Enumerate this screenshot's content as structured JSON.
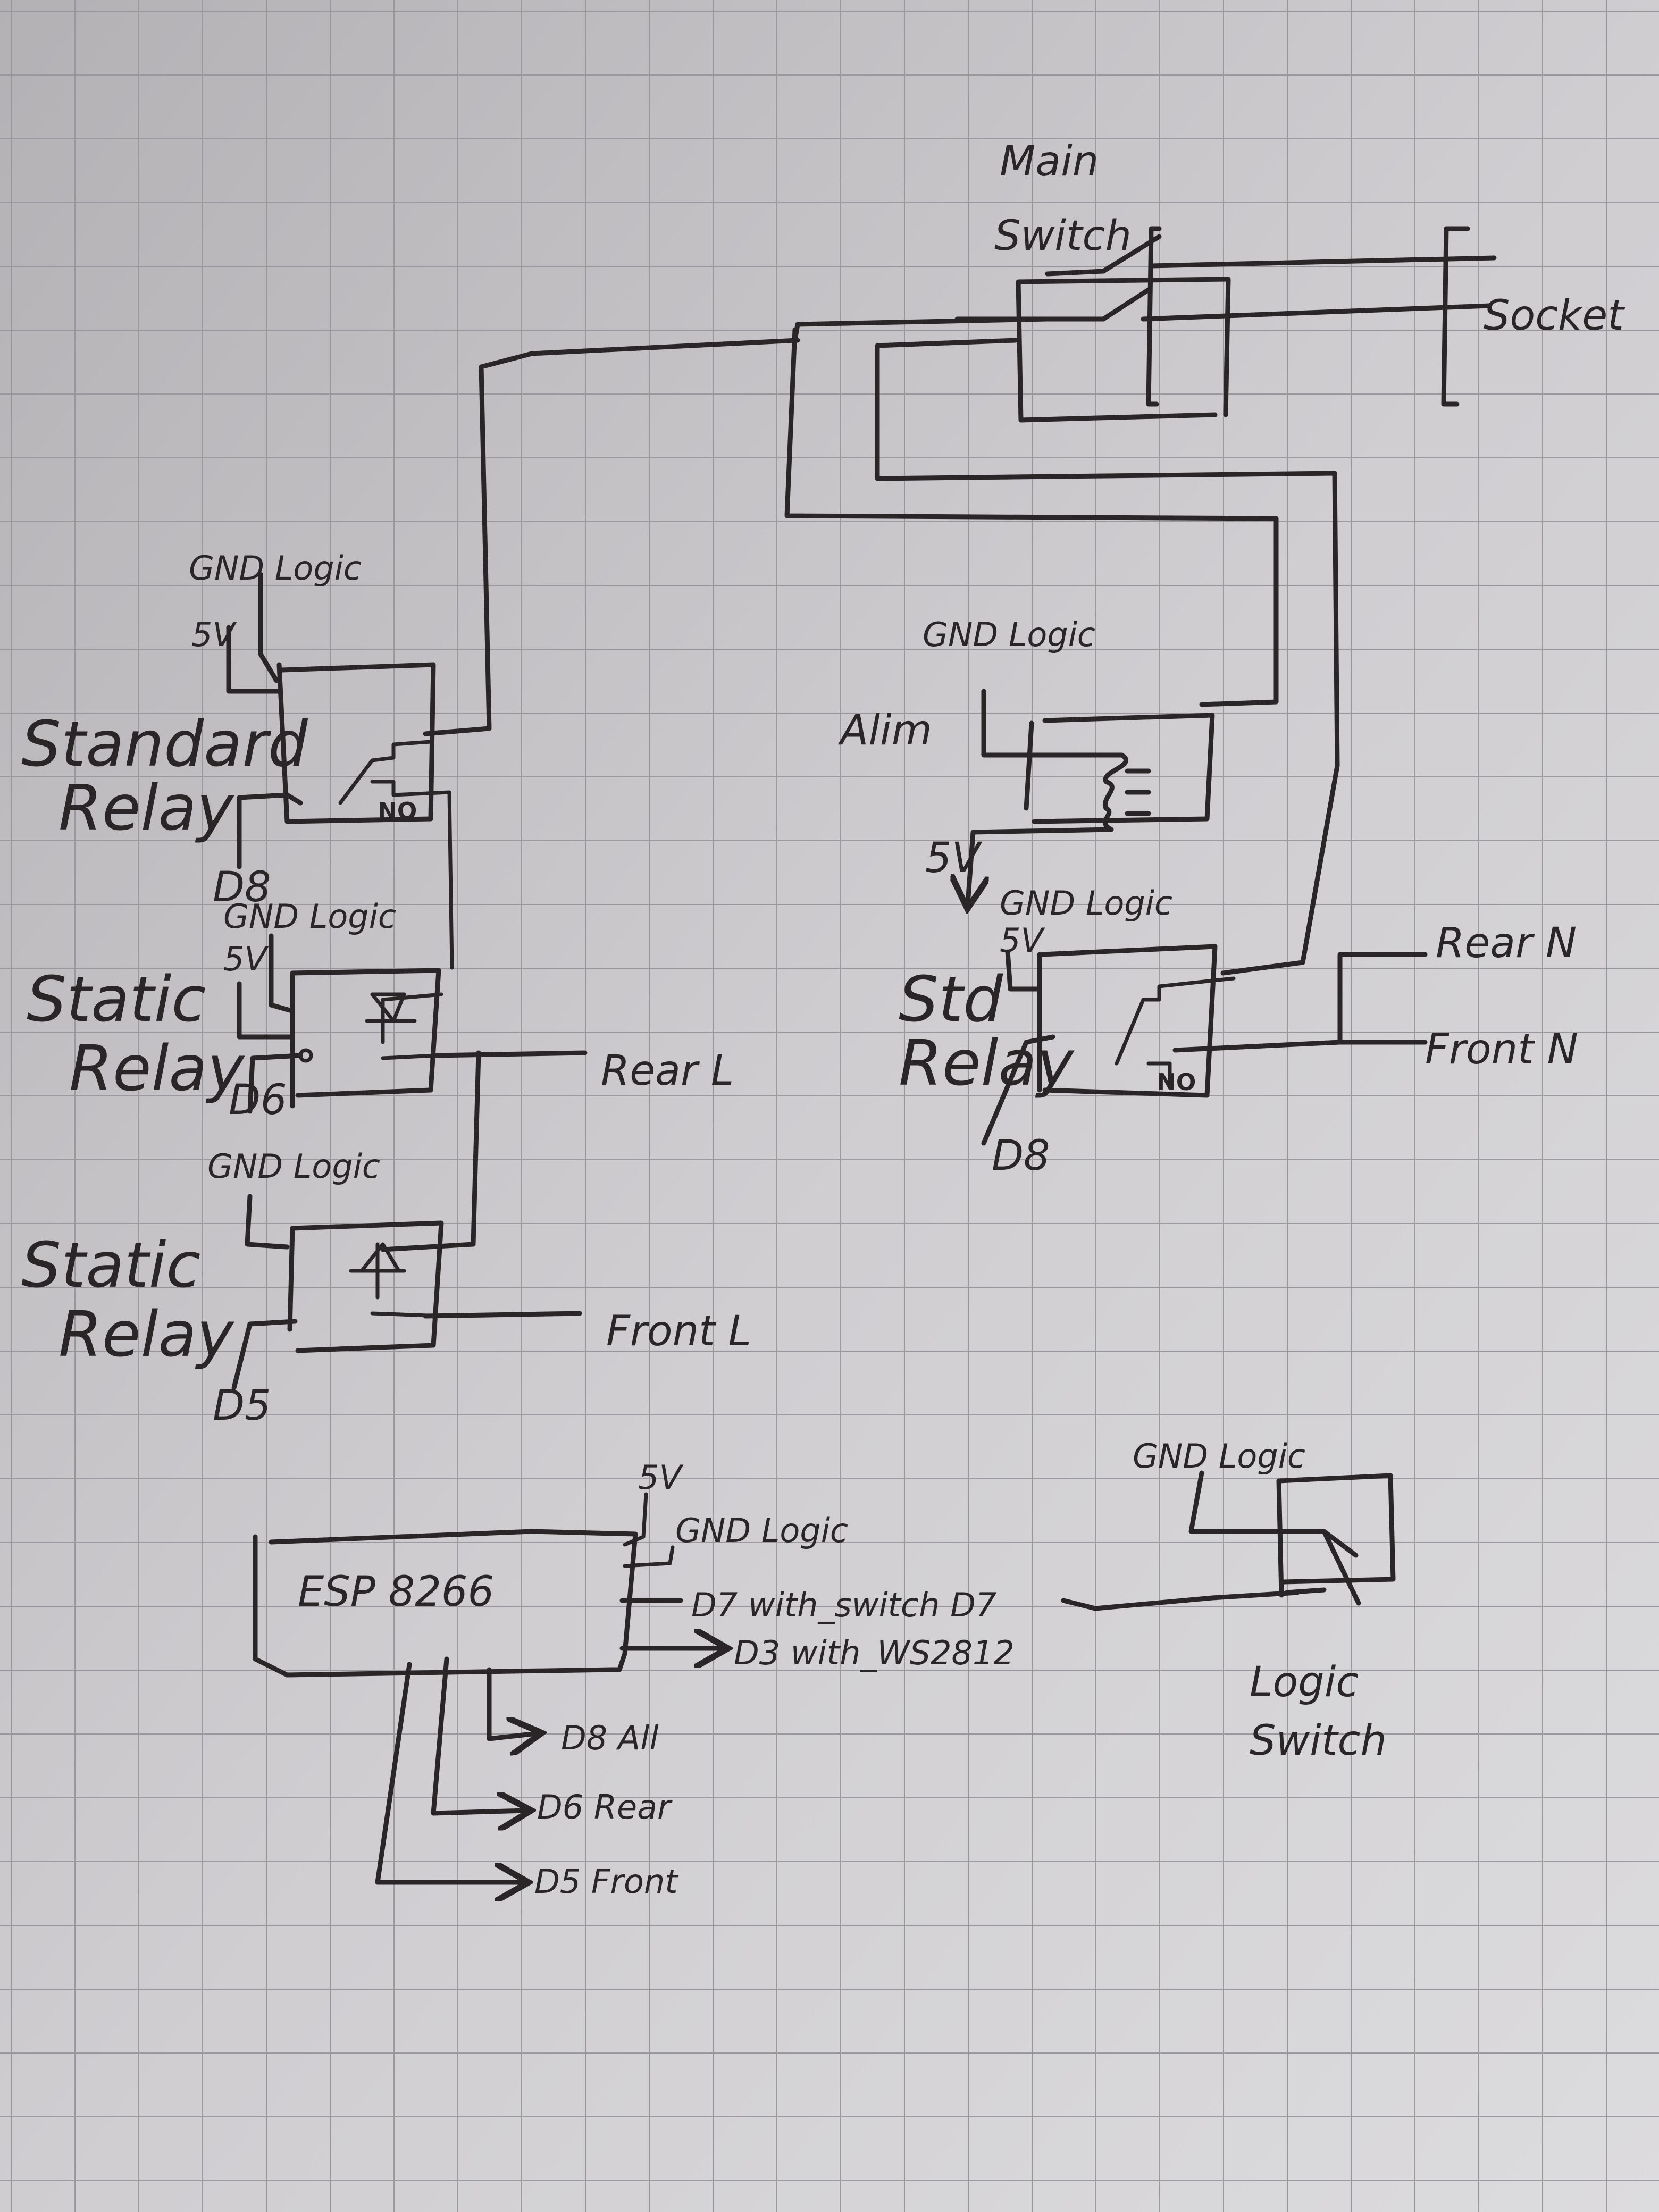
{
  "paper": {
    "background": "#c9c7c9",
    "grid_color": "#9a989c",
    "ink_color": "#2a2628"
  },
  "components": {
    "main_switch": {
      "label_line1": "Main",
      "label_line2": "Switch",
      "type": "double-pole switch"
    },
    "socket": {
      "label": "Socket"
    },
    "alim": {
      "label": "Alim",
      "input_label": "GND Logic",
      "output_label": "5V",
      "type": "power supply (transformer)"
    },
    "standard_relay": {
      "label_line1": "Standard",
      "label_line2": "Relay",
      "pin_gnd": "GND Logic",
      "pin_5v": "5V",
      "pin_signal": "D8",
      "contact": "NO"
    },
    "static_relay_rear": {
      "label_line1": "Static",
      "label_line2": "Relay",
      "pin_gnd": "GND Logic",
      "pin_5v": "5V",
      "pin_signal": "D6",
      "output": "Rear L"
    },
    "static_relay_front": {
      "label_line1": "Static",
      "label_line2": "Relay",
      "pin_gnd": "GND Logic",
      "pin_signal": "D5",
      "output": "Front L"
    },
    "std_relay_neutral": {
      "label_line1": "Std",
      "label_line2": "Relay",
      "pin_gnd": "GND Logic",
      "pin_5v": "5V",
      "pin_signal": "D8",
      "contact": "NO",
      "output_rear": "Rear N",
      "output_front": "Front N"
    },
    "esp": {
      "label": "ESP 8266",
      "pin_5v": "5V",
      "pin_gnd": "GND Logic",
      "pins": [
        {
          "label": "D7 with_switch D7"
        },
        {
          "label": "D3 with_WS2812"
        },
        {
          "label": "D8 All"
        },
        {
          "label": "D6 Rear"
        },
        {
          "label": "D5 Front"
        }
      ]
    },
    "logic_switch": {
      "label_line1": "Logic",
      "label_line2": "Switch",
      "pin_gnd": "GND Logic"
    }
  }
}
